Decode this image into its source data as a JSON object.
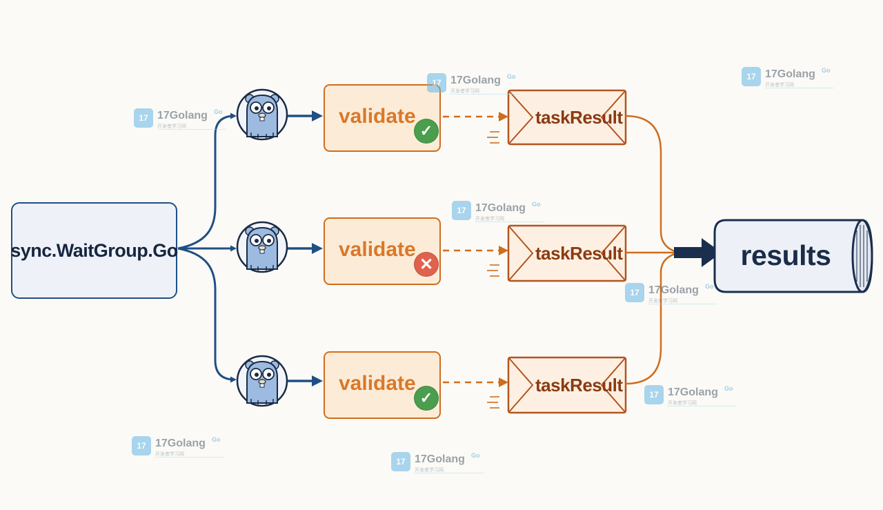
{
  "source": {
    "label": "sync.WaitGroup.Go"
  },
  "workers": [
    {
      "validate_label": "validate",
      "status": "success",
      "status_glyph": "✓",
      "result_label": "taskResult"
    },
    {
      "validate_label": "validate",
      "status": "failure",
      "status_glyph": "✕",
      "result_label": "taskResult"
    },
    {
      "validate_label": "validate",
      "status": "success",
      "status_glyph": "✓",
      "result_label": "taskResult"
    }
  ],
  "sink": {
    "label": "results"
  },
  "watermark": {
    "name": "17Golang",
    "badge": "Go",
    "subtitle": "开发者学习网",
    "icon": "17golang-logo-icon"
  },
  "icons": {
    "worker": "go-gopher-icon",
    "success": "check-circle-icon",
    "failure": "x-circle-icon"
  },
  "colors": {
    "fanout": "#1f4f85",
    "orange": "#cf6d1d",
    "result_stroke": "#b4541f",
    "success": "#4a9e4d",
    "failure": "#e0624c",
    "results_fill": "#edf1f7"
  }
}
